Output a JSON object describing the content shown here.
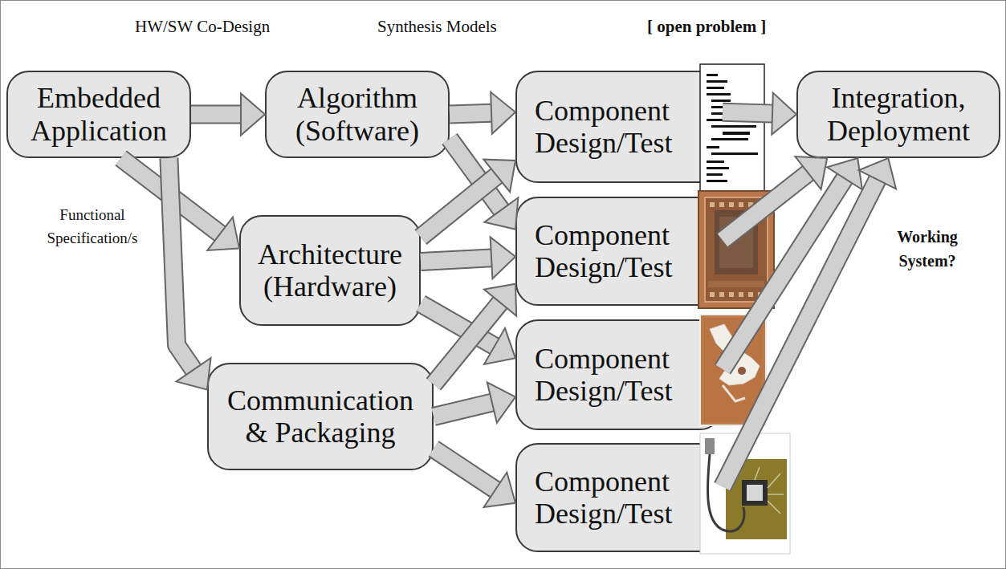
{
  "diagram": {
    "nodes": [
      {
        "text": [
          "Embedded Application"
        ]
      },
      {
        "text": [
          "Algorithm (Software)"
        ]
      },
      {
        "text": [
          "Component Design/Test"
        ]
      },
      {
        "text": [
          "Integration, Deployment"
        ]
      },
      {
        "text": [
          "Architecture (Hardware)"
        ]
      },
      {
        "text": [
          "Component Design/Test"
        ]
      },
      {
        "text": [
          "Communication & Packaging"
        ]
      },
      {
        "text": [
          "Component Design/Test"
        ]
      },
      {
        "text": [
          "Component Design/Test"
        ]
      }
    ],
    "edges": [
      {
        "from": 0,
        "to": 1,
        "arrow": "to"
      },
      {
        "from": 0,
        "to": 4,
        "arrow": "to"
      },
      {
        "from": 0,
        "to": 6,
        "arrow": "to"
      },
      {
        "from": 1,
        "to": 2,
        "arrow": "to"
      },
      {
        "from": 1,
        "to": 5,
        "arrow": "to"
      },
      {
        "from": 4,
        "to": 2,
        "arrow": "to"
      },
      {
        "from": 4,
        "to": 5,
        "arrow": "to"
      },
      {
        "from": 4,
        "to": 7,
        "arrow": "to"
      },
      {
        "from": 6,
        "to": 5,
        "arrow": "to"
      },
      {
        "from": 6,
        "to": 7,
        "arrow": "to"
      },
      {
        "from": 6,
        "to": 8,
        "arrow": "to"
      },
      {
        "from": 2,
        "to": 3,
        "arrow": "to"
      },
      {
        "from": 5,
        "to": 3,
        "arrow": "to"
      },
      {
        "from": 7,
        "to": 3,
        "arrow": "to"
      },
      {
        "from": 8,
        "to": 3,
        "arrow": "to"
      }
    ],
    "labels": [
      "HW/SW Co-Design",
      "Synthesis Models",
      "[ open problem ]",
      "Functional Specification/s",
      "Working System?"
    ]
  }
}
